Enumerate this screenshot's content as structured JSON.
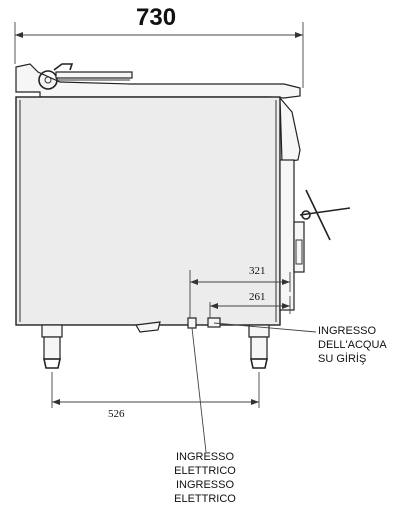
{
  "dimensions": {
    "overall_width": "730",
    "d321": "321",
    "d261": "261",
    "d526": "526"
  },
  "labels": {
    "water_inlet": [
      "INGRESSO",
      "DELL'ACQUA",
      "SU GİRİŞ"
    ],
    "electrical_inlet": [
      "INGRESSO",
      "ELETTRICO",
      "INGRESSO",
      "ELETTRICO"
    ]
  },
  "colors": {
    "line": "#222222",
    "body_fill": "#ececec"
  }
}
